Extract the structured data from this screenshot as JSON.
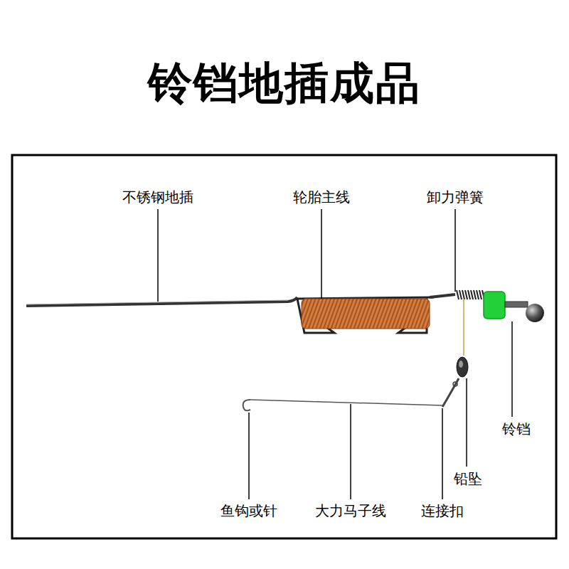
{
  "diagram": {
    "title": "铃铛地插成品",
    "labels": [
      "不锈钢地插",
      "轮胎主线",
      "卸力弹簧",
      "铃铛",
      "铅坠",
      "鱼钩或针",
      "大力马子线",
      "连接扣"
    ]
  }
}
